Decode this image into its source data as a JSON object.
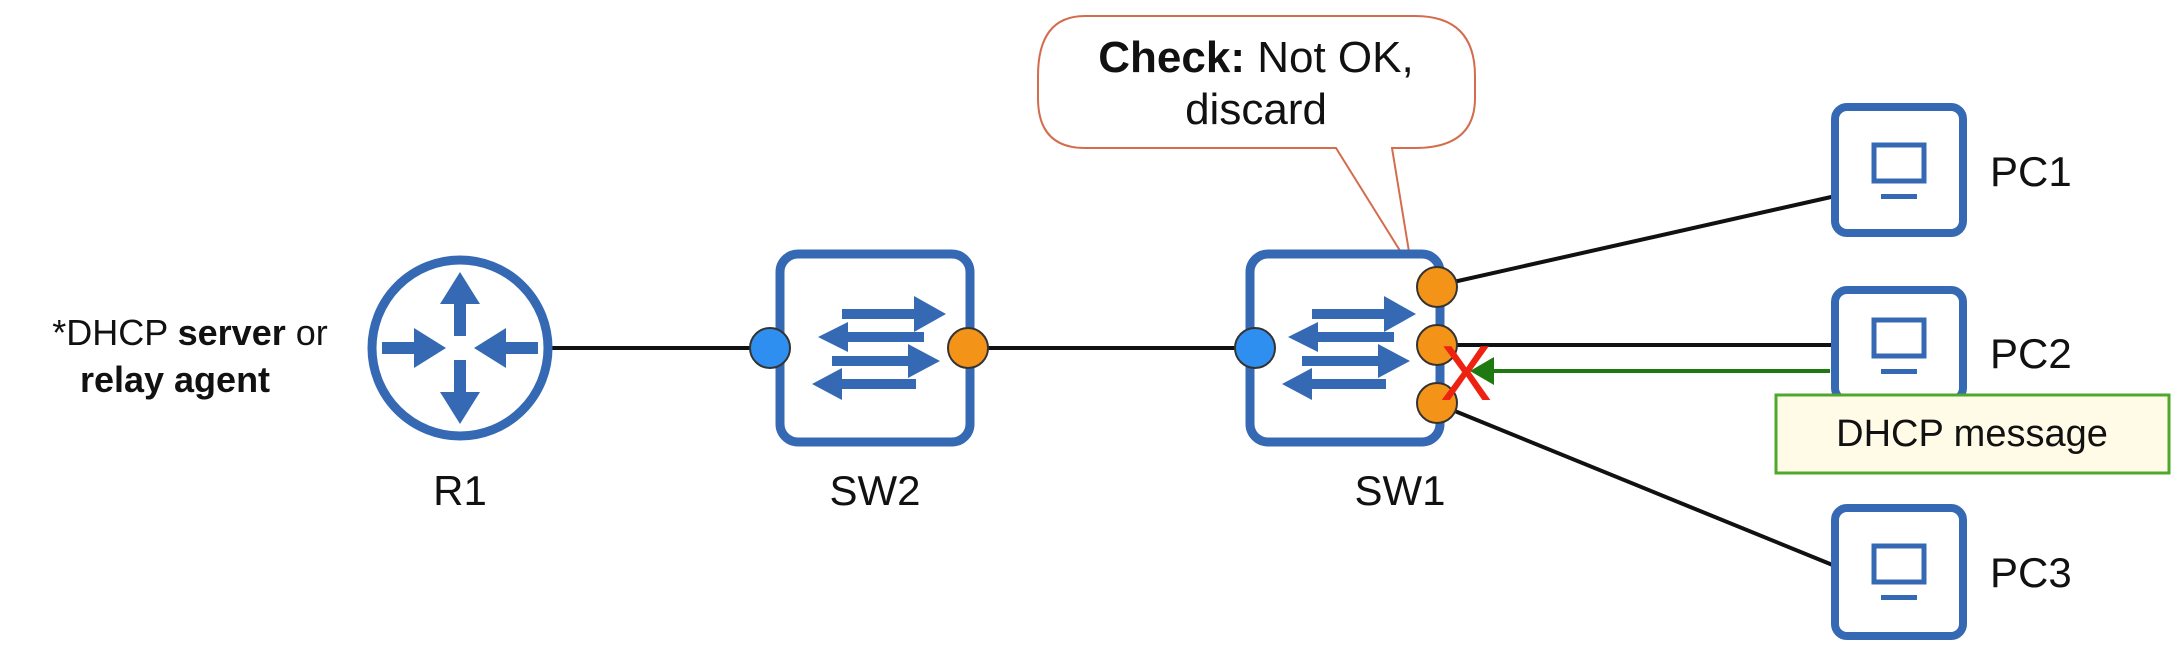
{
  "colors": {
    "device_blue": "#3569b4",
    "trusted_port": "#2f8ff0",
    "untrusted_port": "#f39418",
    "discard_mark": "#ee2211",
    "callout_border": "#d46c4e",
    "arrow_green": "#1e7a10",
    "message_border": "#4ea82c",
    "message_fill": "#fffbe6"
  },
  "router_note": {
    "line1_prefix": "*DHCP ",
    "line1_bold": "server",
    "line1_suffix": " or",
    "line2_bold": "relay agent"
  },
  "devices": {
    "r1": {
      "label": "R1",
      "icon": "router-icon"
    },
    "sw2": {
      "label": "SW2",
      "icon": "switch-icon"
    },
    "sw1": {
      "label": "SW1",
      "icon": "switch-icon"
    },
    "pc1": {
      "label": "PC1",
      "icon": "pc-icon"
    },
    "pc2": {
      "label": "PC2",
      "icon": "pc-icon"
    },
    "pc3": {
      "label": "PC3",
      "icon": "pc-icon"
    }
  },
  "callout": {
    "bold": "Check:",
    "line1_rest": " Not OK,",
    "line2": "discard"
  },
  "message": {
    "label": "DHCP message",
    "discard_mark": "X"
  }
}
